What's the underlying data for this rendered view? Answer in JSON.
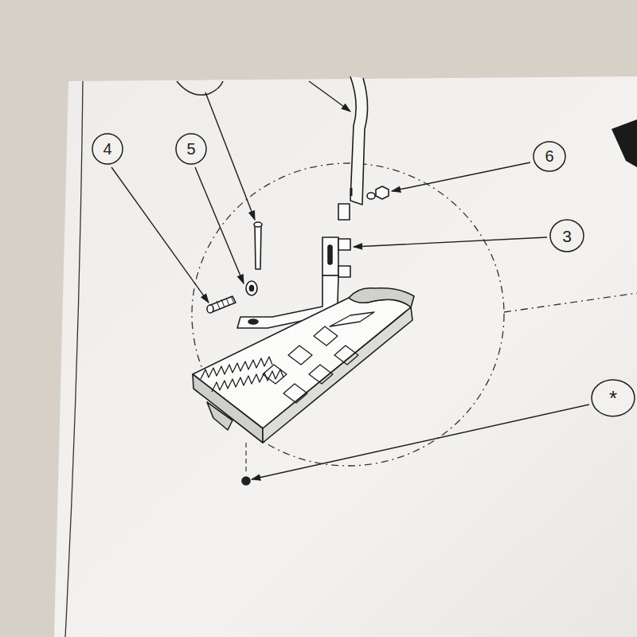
{
  "diagram": {
    "nodes": [
      {
        "text": [
          "4"
        ]
      },
      {
        "text": [
          "5"
        ]
      },
      {
        "text": [
          "6"
        ]
      },
      {
        "text": [
          "3"
        ]
      },
      {
        "text": [
          "*"
        ]
      }
    ]
  }
}
